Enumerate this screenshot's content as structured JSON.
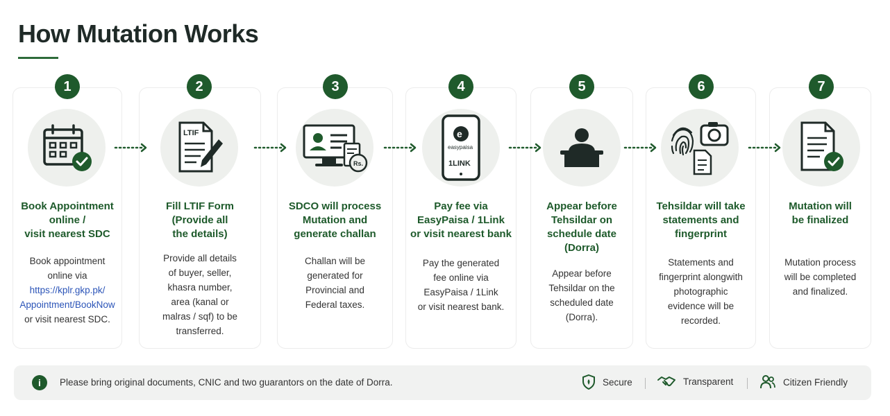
{
  "page": {
    "title": "How Mutation Works"
  },
  "steps": [
    {
      "number": "1",
      "heading": [
        "Book Appointment",
        "online /",
        "visit nearest SDC"
      ],
      "desc_before": [
        "Book appointment",
        "online via"
      ],
      "desc_links": [
        "https://kplr.gkp.pk/",
        "Appointment/BookNow"
      ],
      "desc_after": [
        "or visit nearest SDC."
      ]
    },
    {
      "number": "2",
      "icon_label": "LTIF",
      "heading": [
        "Fill LTIF Form",
        "(Provide all",
        "the details)"
      ],
      "desc": [
        "Provide all details",
        "of buyer, seller,",
        "khasra number,",
        "area (kanal or",
        "malras / sqf) to be",
        "transferred."
      ]
    },
    {
      "number": "3",
      "icon_label": "Rs.",
      "heading": [
        "SDCO will process",
        "Mutation and",
        "generate challan"
      ],
      "desc": [
        "Challan will be",
        "generated for",
        "Provincial and",
        "Federal taxes."
      ]
    },
    {
      "number": "4",
      "icon_brand": "easypaisa",
      "icon_brand2": "1LINK",
      "heading": [
        "Pay fee via",
        "EasyPaisa / 1Link",
        "or visit nearest bank"
      ],
      "desc": [
        "Pay the generated",
        "fee online via",
        "EasyPaisa / 1Link",
        "or visit nearest bank."
      ]
    },
    {
      "number": "5",
      "heading": [
        "Appear before",
        "Tehsildar on",
        "schedule date",
        "(Dorra)"
      ],
      "desc": [
        "Appear before",
        "Tehsildar on the",
        "scheduled date",
        "(Dorra)."
      ]
    },
    {
      "number": "6",
      "heading": [
        "Tehsildar will take",
        "statements and",
        "fingerprint"
      ],
      "desc": [
        "Statements and",
        "fingerprint alongwith",
        "photographic",
        "evidence will be",
        "recorded."
      ]
    },
    {
      "number": "7",
      "heading": [
        "Mutation will",
        "be finalized"
      ],
      "desc": [
        "Mutation process",
        "will be completed",
        "and finalized."
      ]
    }
  ],
  "footer": {
    "info_glyph": "i",
    "note": "Please bring original documents, CNIC and two guarantors on the date of Dorra.",
    "badges": [
      {
        "label": "Secure",
        "icon": "shield-icon"
      },
      {
        "label": "Transparent",
        "icon": "handshake-icon"
      },
      {
        "label": "Citizen Friendly",
        "icon": "people-icon"
      }
    ]
  },
  "colors": {
    "accent_green": "#1f5a2c",
    "heading_green": "#1e5a2b",
    "link_blue": "#2c55b8",
    "icon_bg": "#eef0ed"
  }
}
